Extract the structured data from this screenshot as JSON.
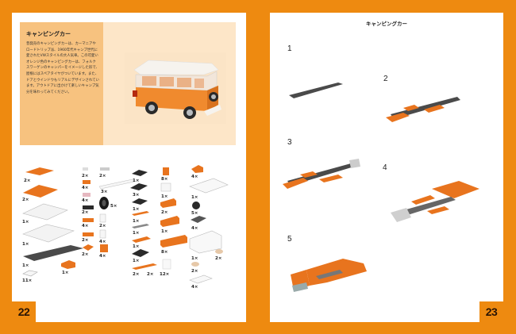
{
  "spread": {
    "background_color": "#ee8a10"
  },
  "left_page": {
    "page_number": "22",
    "hero": {
      "title": "キャンピングカー",
      "body": "昔発売のキャンピングカーは、カーマニアやロードトリップ派、1960年代キャンプ世代に愛されたVWスタイルの大人気車。この可愛いオレンジ色のキャンピングカーは、フォルクスワーゲンのキャンパーをイメージした形で、屋根にはスペアタイヤがついています。また、ドアとウインドウもリアルにデザインされています。アウトドアに出かけて楽しいキャンプ気分を味わってみてください。",
      "image": "orange-camper-van-model"
    },
    "parts": [
      {
        "qty": "2×",
        "color": "#e8741e",
        "shape": "plate-4x6"
      },
      {
        "qty": "2×",
        "color": "#e8741e",
        "shape": "plate-6x6"
      },
      {
        "qty": "1×",
        "color": "#f4f4f4",
        "shape": "plate-8x8"
      },
      {
        "qty": "1×",
        "color": "#f4f4f4",
        "shape": "plate-8x8"
      },
      {
        "qty": "1×",
        "color": "#4a4a4a",
        "shape": "plate-2x12"
      },
      {
        "qty": "11×",
        "color": "#f4f4f4",
        "shape": "tile-slope"
      },
      {
        "qty": "1×",
        "color": "#e8741e",
        "shape": "brick-2x2-slope"
      },
      {
        "qty": "2×",
        "color": "#dddddd",
        "shape": "plate-1x1"
      },
      {
        "qty": "4×",
        "color": "#e8741e",
        "shape": "plate-1x2"
      },
      {
        "qty": "4×",
        "color": "#e6b8c0",
        "shape": "plate-round"
      },
      {
        "qty": "2×",
        "color": "#2a2a2a",
        "shape": "plate-1x3"
      },
      {
        "qty": "4×",
        "color": "#e8741e",
        "shape": "plate-1x2"
      },
      {
        "qty": "2×",
        "color": "#e8741e",
        "shape": "plate-1x2"
      },
      {
        "qty": "2×",
        "color": "#e8741e",
        "shape": "wedge"
      },
      {
        "qty": "2×",
        "color": "#cccccc",
        "shape": "plate-1x4"
      },
      {
        "qty": "3×",
        "color": "#f4f4f4",
        "shape": "bar-1x10"
      },
      {
        "qty": "5×",
        "color": "#1a1a1a",
        "shape": "tire"
      },
      {
        "qty": "2×",
        "color": "#f4f4f4",
        "shape": "bracket"
      },
      {
        "qty": "4×",
        "color": "#f4f4f4",
        "shape": "bracket"
      },
      {
        "qty": "4×",
        "color": "#e8741e",
        "shape": "brick-1x1"
      },
      {
        "qty": "1×",
        "color": "#2a2a2a",
        "shape": "plate-2x4"
      },
      {
        "qty": "3×",
        "color": "#2a2a2a",
        "shape": "wheel-holder"
      },
      {
        "qty": "1×",
        "color": "#2a2a2a",
        "shape": "plate-2x4"
      },
      {
        "qty": "1×",
        "color": "#e8741e",
        "shape": "plate-1x6"
      },
      {
        "qty": "1×",
        "color": "#888888",
        "shape": "plate-1x4-studs"
      },
      {
        "qty": "1×",
        "color": "#e8741e",
        "shape": "plate-2x6"
      },
      {
        "qty": "1×",
        "color": "#2a2a2a",
        "shape": "plate-2x4"
      },
      {
        "qty": "2×",
        "color": "#e8741e",
        "shape": "plate-1x8"
      },
      {
        "qty": "2×",
        "color": "#f4f4f4",
        "shape": "clip"
      },
      {
        "qty": "8×",
        "color": "#e8741e",
        "shape": "brick-1x1-side"
      },
      {
        "qty": "1×",
        "color": "#f4f4f4",
        "shape": "grille"
      },
      {
        "qty": "2×",
        "color": "#e8741e",
        "shape": "brick-1x3"
      },
      {
        "qty": "1×",
        "color": "#e8741e",
        "shape": "brick-1x4"
      },
      {
        "qty": "8×",
        "color": "#e8741e",
        "shape": "brick-1x6"
      },
      {
        "qty": "12×",
        "color": "#f4f4f4",
        "shape": "window"
      },
      {
        "qty": "4×",
        "color": "#e8741e",
        "shape": "slope"
      },
      {
        "qty": "1×",
        "color": "#f4f4f4",
        "shape": "windscreen"
      },
      {
        "qty": "5×",
        "color": "#2a2a2a",
        "shape": "wheel"
      },
      {
        "qty": "4×",
        "color": "#555555",
        "shape": "headlight-brick"
      },
      {
        "qty": "1×",
        "color": "#f4f4f4",
        "shape": "windscreen-large"
      },
      {
        "qty": "2×",
        "color": "#e6c8a8",
        "shape": "tile-round"
      },
      {
        "qty": "2×",
        "color": "#e6c8a8",
        "shape": "tile-round"
      },
      {
        "qty": "4×",
        "color": "#f4f4f4",
        "shape": "tile-2x4"
      }
    ]
  },
  "right_page": {
    "page_number": "23",
    "header": "キャンピングカー",
    "steps": [
      {
        "number": "1",
        "image": "dark-gray-long-plate"
      },
      {
        "number": "2",
        "image": "chassis-with-orange-plates"
      },
      {
        "number": "3",
        "image": "chassis-with-axles"
      },
      {
        "number": "4",
        "image": "chassis-with-front-bumper"
      },
      {
        "number": "5",
        "image": "orange-floor-base"
      }
    ]
  }
}
